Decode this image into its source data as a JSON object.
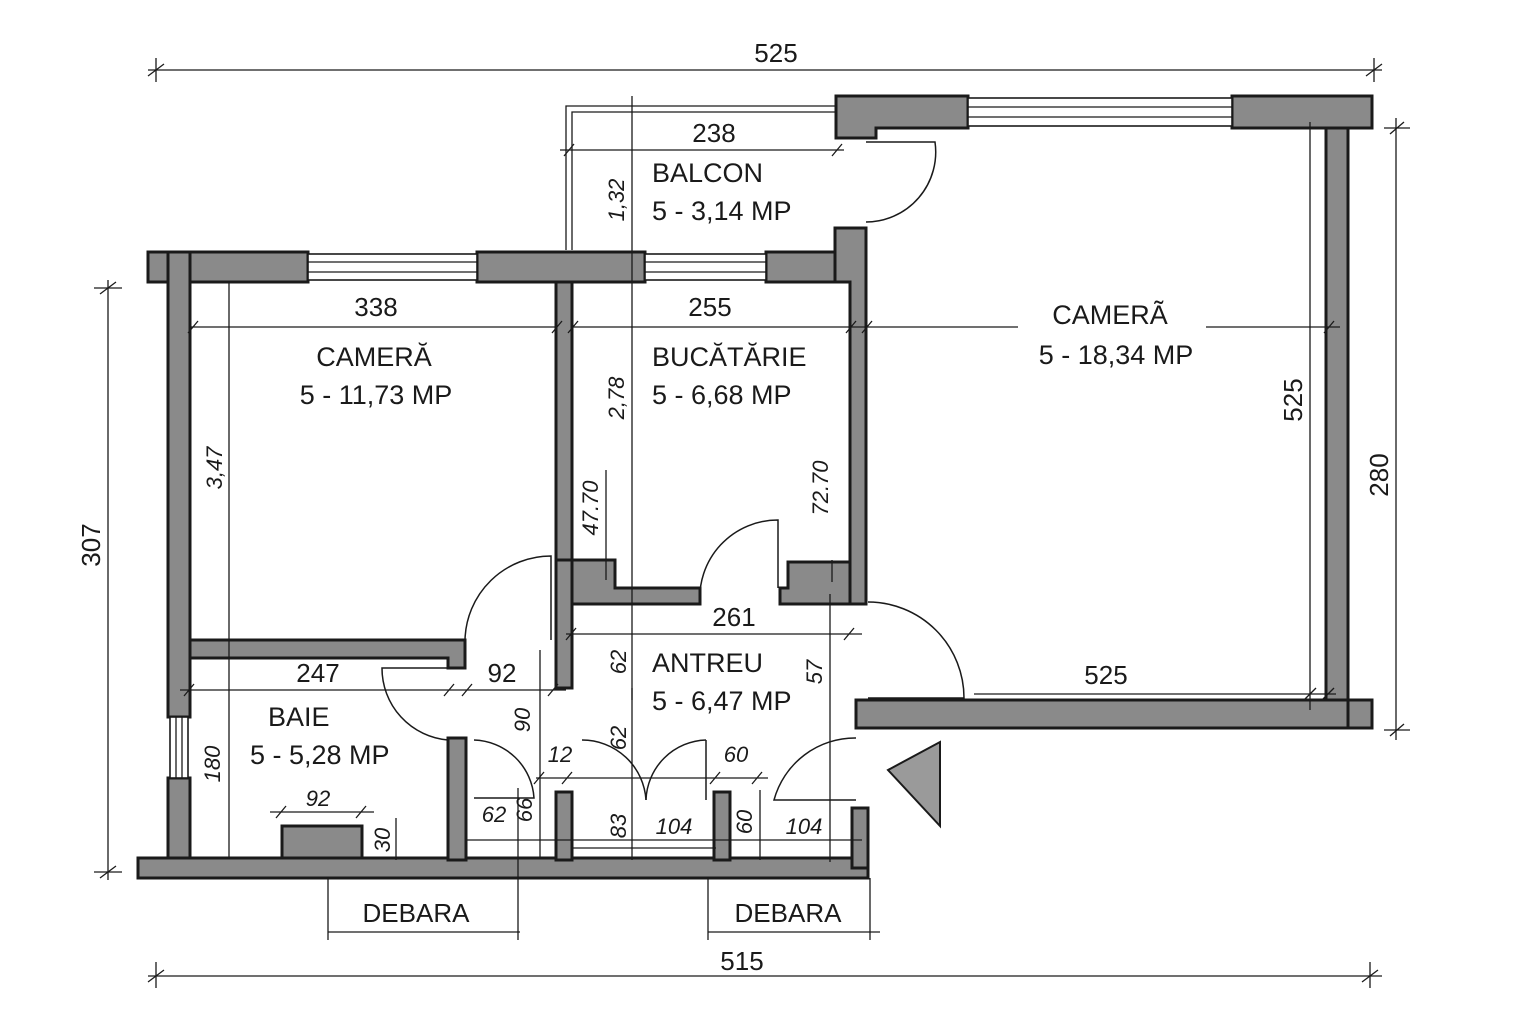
{
  "rooms": {
    "balcon": {
      "name": "BALCON",
      "area": "5 - 3,14 MP"
    },
    "camera_left": {
      "name": "CAMERĂ",
      "area": "5 - 11,73 MP"
    },
    "bucatarie": {
      "name": "BUCĂTĂRIE",
      "area": "5 - 6,68 MP"
    },
    "camera_right": {
      "name": "CAMERÃ",
      "area": "5 - 18,34 MP"
    },
    "antreu": {
      "name": "ANTREU",
      "area": "5 - 6,47 MP"
    },
    "baie": {
      "name": "BAIE",
      "area": "5 - 5,28 MP"
    },
    "debara_1": {
      "name": "DEBARA"
    },
    "debara_2": {
      "name": "DEBARA"
    }
  },
  "dimensions": {
    "top_total": "525",
    "bottom_total": "515",
    "left_height": "307",
    "right_height": "280",
    "balcon_width": "238",
    "balcon_depth": "1,32",
    "camera_left_width": "338",
    "camera_left_height": "3,47",
    "bucatarie_width": "255",
    "bucatarie_height": "2,78",
    "bucatarie_left": "47.70",
    "bucatarie_right": "72.70",
    "camera_right_height": "525",
    "camera_right_width": "525",
    "antreu_width": "261",
    "antreu_a": "62",
    "antreu_b": "57",
    "baie_width": "247",
    "baie_door": "92",
    "baie_height": "180",
    "baie_niche": "92",
    "baie_niche_depth": "30",
    "hall_90": "90",
    "hall_12": "12",
    "hall_62b": "62",
    "hall_60a": "60",
    "debara1_62": "62",
    "debara1_66": "66",
    "debara2_83": "83",
    "debara2_104": "104",
    "debara3_60": "60",
    "debara3_104": "104"
  },
  "colors": {
    "wall": "#8a8a8a",
    "ink": "#1a1a1a",
    "paper": "#ffffff"
  }
}
